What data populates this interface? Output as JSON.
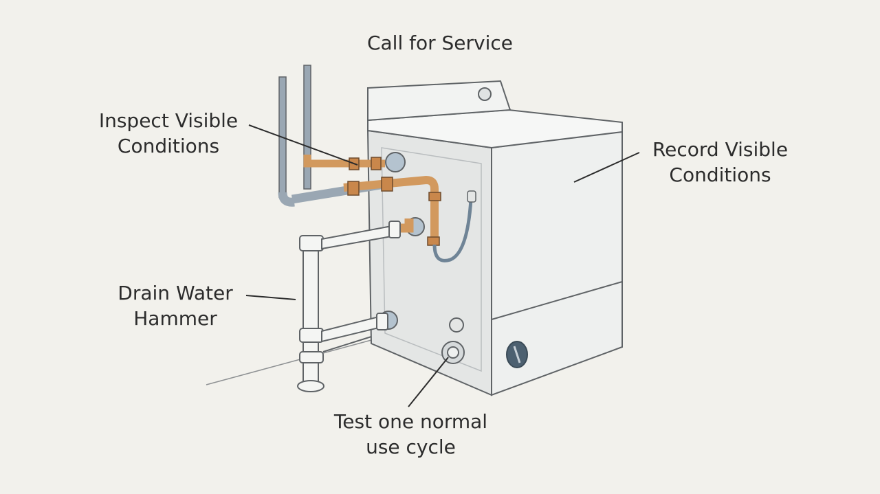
{
  "labels": {
    "top": "Call for Service",
    "inspect": [
      "Inspect Visible",
      "Conditions"
    ],
    "record": [
      "Record Visible",
      "Conditions"
    ],
    "drain": [
      "Drain Water",
      "Hammer"
    ],
    "test": [
      "Test one normal",
      "use cycle"
    ]
  },
  "colors": {
    "background": "#f2f1ec",
    "appliance": "#eef0ef",
    "outline": "#5f6366",
    "copper": "#d2995e",
    "steel_pipe": "#9aa7b3",
    "white_pipe": "#f4f5f3",
    "hose": "#6f8496",
    "text": "#2c2c2c"
  }
}
